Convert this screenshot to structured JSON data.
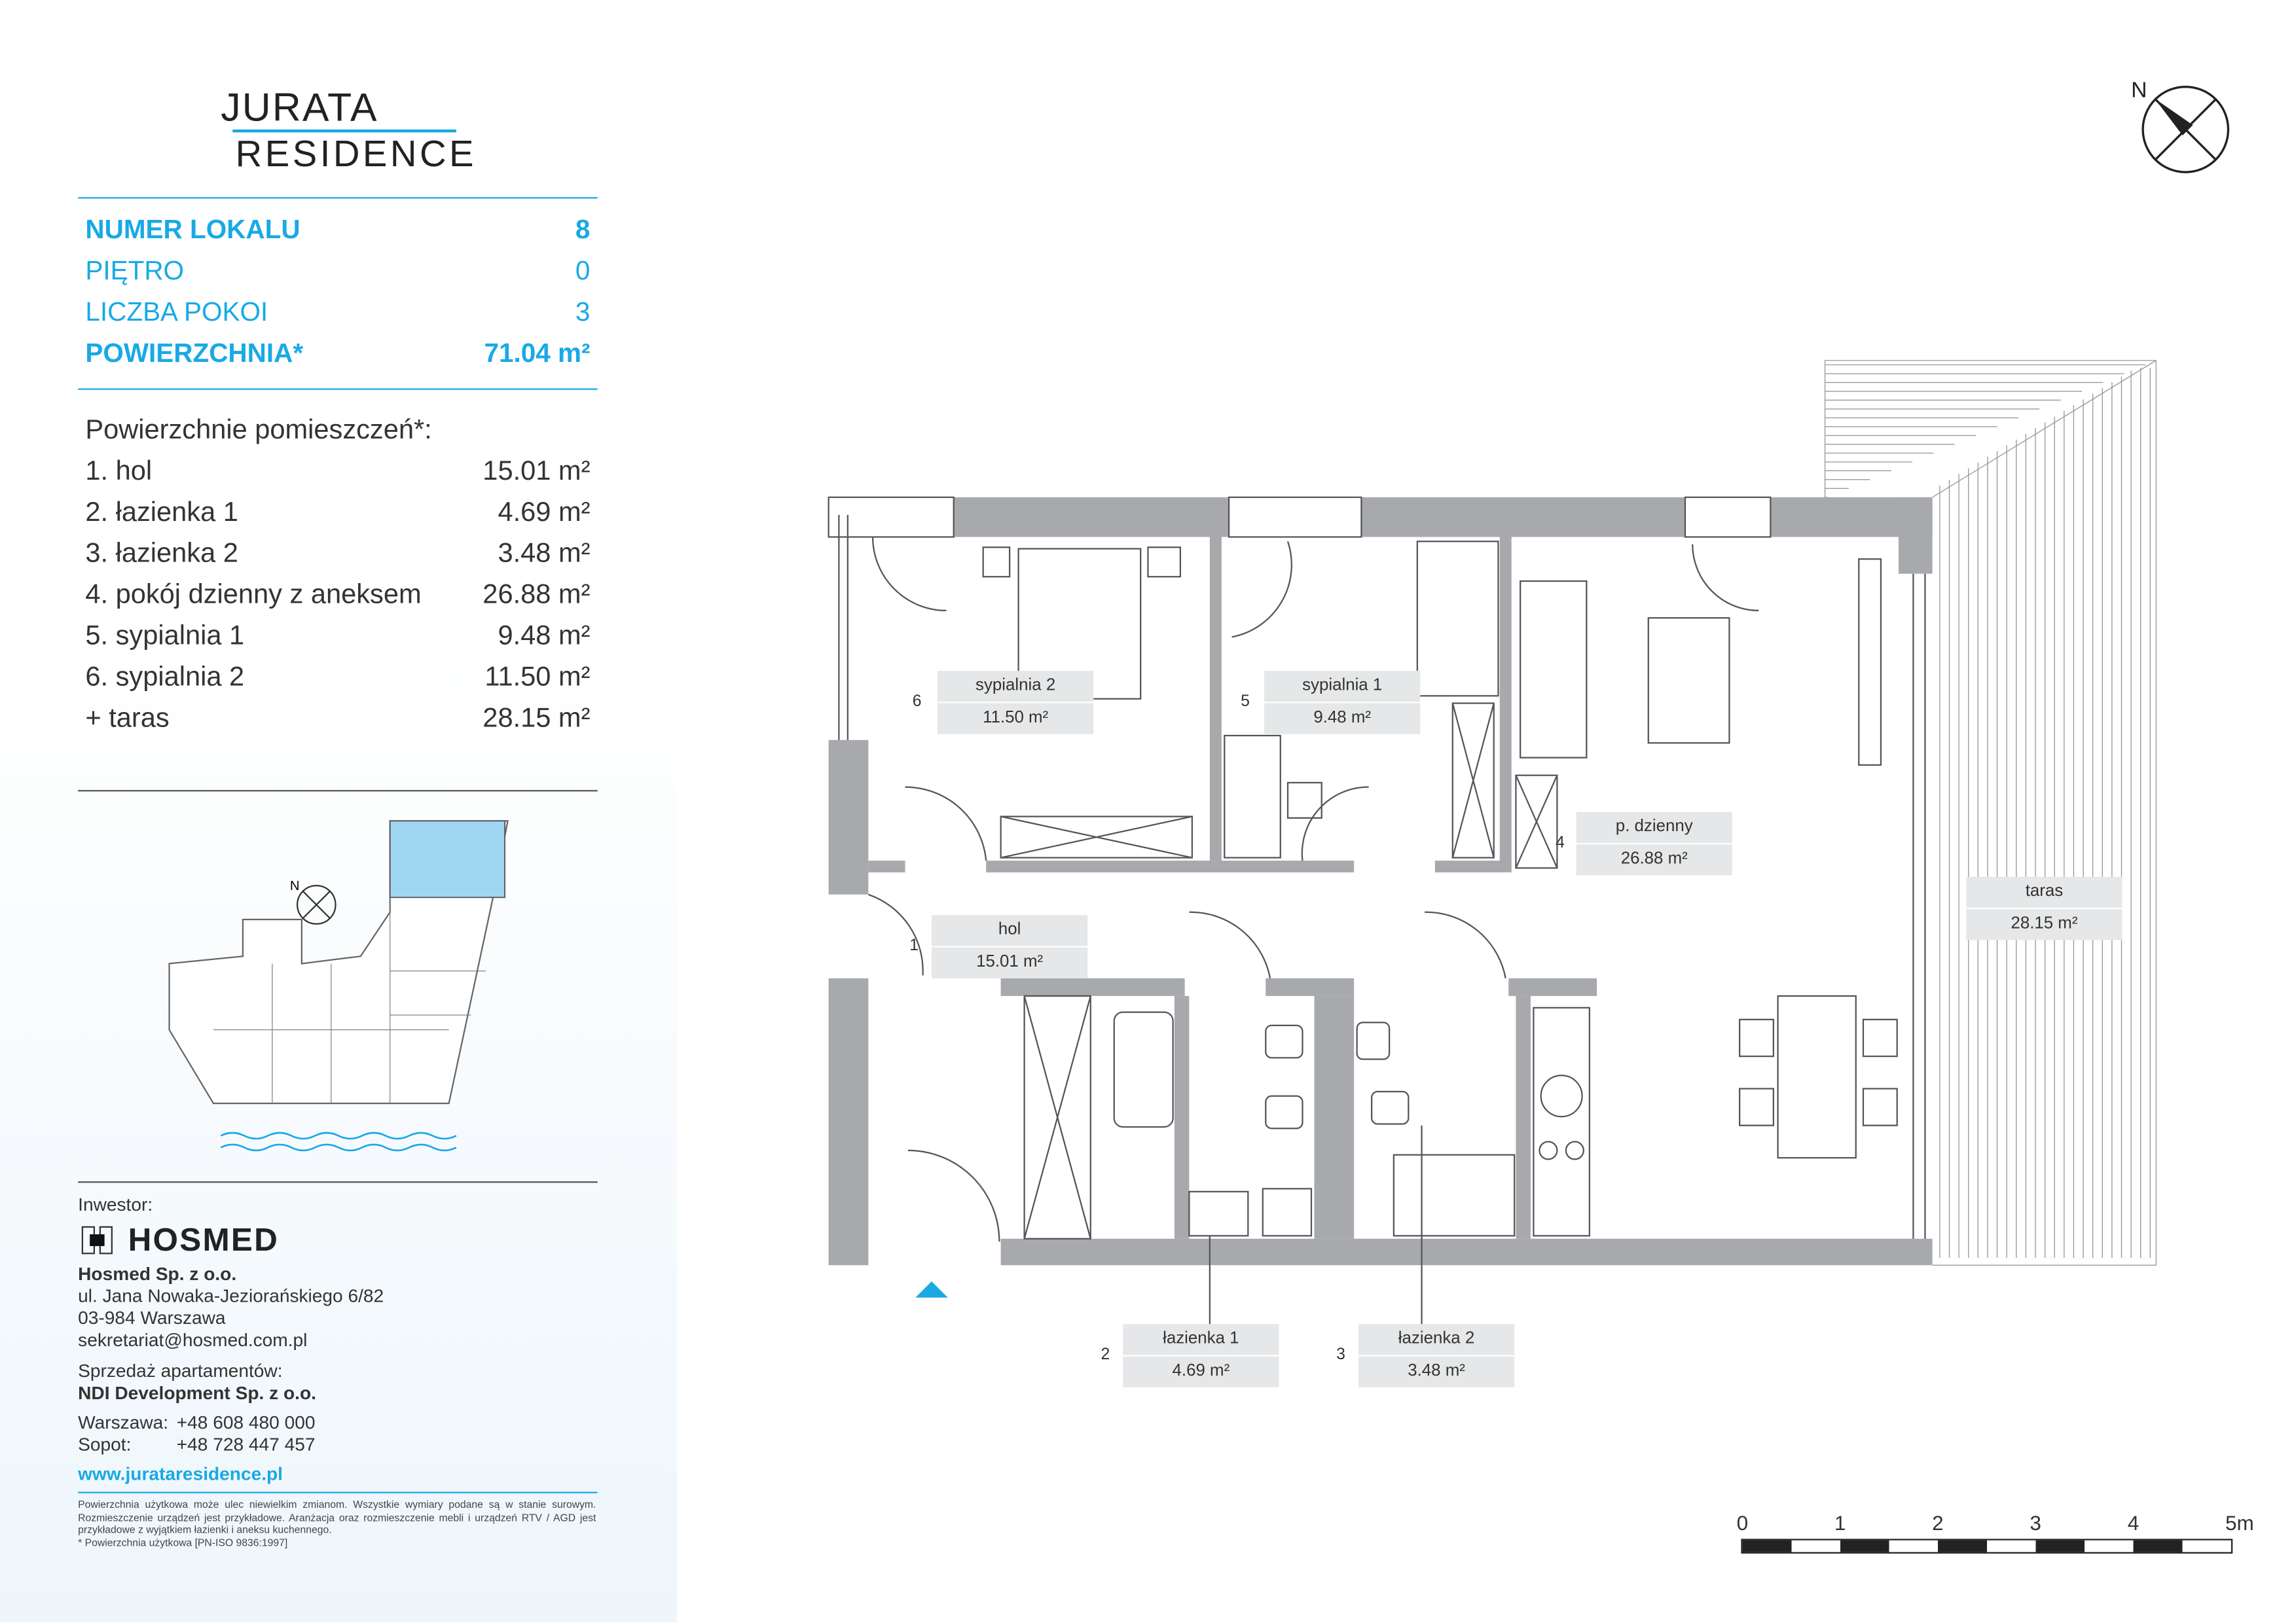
{
  "logo": {
    "line1": "JURATA",
    "line2": "RESIDENCE"
  },
  "summary": [
    {
      "label": "NUMER LOKALU",
      "value": "8",
      "bold": true
    },
    {
      "label": "PIĘTRO",
      "value": "0"
    },
    {
      "label": "LICZBA POKOI",
      "value": "3"
    },
    {
      "label": "POWIERZCHNIA*",
      "value": "71.04 m²",
      "bold": true
    }
  ],
  "rooms_title": "Powierzchnie pomieszczeń*:",
  "rooms": [
    {
      "name": "1. hol",
      "area": "15.01 m²"
    },
    {
      "name": "2. łazienka 1",
      "area": "4.69 m²"
    },
    {
      "name": "3. łazienka 2",
      "area": "3.48 m²"
    },
    {
      "name": "4. pokój dzienny z aneksem",
      "area": "26.88 m²"
    },
    {
      "name": "5. sypialnia 1",
      "area": "9.48 m²"
    },
    {
      "name": "6. sypialnia 2",
      "area": "11.50 m²"
    },
    {
      "name": "+ taras",
      "area": "28.15 m²"
    }
  ],
  "investor": {
    "label": "Inwestor:",
    "logo": "HOSMED",
    "company": "Hosmed Sp. z o.o.",
    "street": "ul. Jana Nowaka-Jeziorańskiego 6/82",
    "city": "03-984 Warszawa",
    "email": "sekretariat@hosmed.com.pl"
  },
  "sales": {
    "label": "Sprzedaż apartamentów:",
    "company": "NDI Development Sp. z o.o.",
    "phones": [
      {
        "city": "Warszawa:",
        "number": "+48 608 480 000"
      },
      {
        "city": "Sopot:",
        "number": "+48 728 447 457"
      }
    ],
    "website": "www.jurataresidence.pl"
  },
  "disclaimer": "Powierzchnia użytkowa może ulec niewielkim zmianom. Wszystkie wymiary podane są w stanie surowym. Rozmieszczenie urządzeń jest przykładowe. Aranżacja oraz rozmieszczenie mebli i urządzeń RTV / AGD jest przykładowe z wyjątkiem łazienki i aneksu kuchennego.",
  "footnote": "* Powierzchnia użytkowa [PN-ISO 9836:1997]",
  "compass": "N",
  "plan_labels": [
    {
      "num": "6",
      "name": "sypialnia 2",
      "area": "11.50 m²"
    },
    {
      "num": "5",
      "name": "sypialnia 1",
      "area": "9.48 m²"
    },
    {
      "num": "4",
      "name": "p. dzienny",
      "area": "26.88 m²"
    },
    {
      "num": "1",
      "name": "hol",
      "area": "15.01 m²"
    },
    {
      "num": "",
      "name": "taras",
      "area": "28.15 m²"
    },
    {
      "num": "2",
      "name": "łazienka 1",
      "area": "4.69 m²"
    },
    {
      "num": "3",
      "name": "łazienka 2",
      "area": "3.48 m²"
    }
  ],
  "scale_bar": [
    "0",
    "1",
    "2",
    "3",
    "4",
    "5m"
  ],
  "colors": {
    "accent": "#19a9e5",
    "wall": "#a7a9ac",
    "label_bg": "#e6e7e8"
  }
}
